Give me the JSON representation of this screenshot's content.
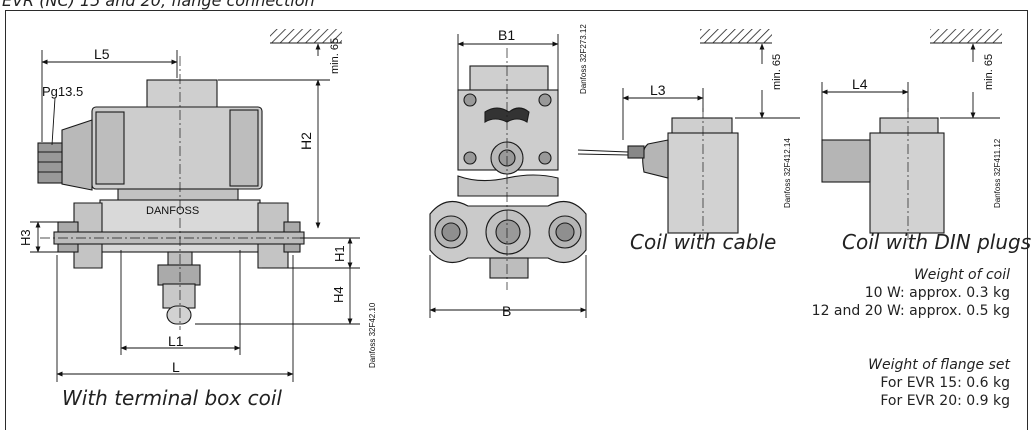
{
  "page": {
    "heading": "EVR (NC) 15 and 20, flange connection"
  },
  "diagram_main": {
    "pg_label": "Pg13.5",
    "coil_brand": "DANFOSS",
    "dims": {
      "L5": "L5",
      "H2": "H2",
      "H1": "H1",
      "H3": "H3",
      "H4": "H4",
      "L1": "L1",
      "L": "L",
      "min65": "min. 65"
    },
    "ref": "Danfoss 32F42.10",
    "caption": "With terminal box coil"
  },
  "diagram_side": {
    "dims": {
      "B1": "B1",
      "B": "B"
    },
    "ref": "Danfoss 32F273.12"
  },
  "diagram_cable": {
    "dims": {
      "L3": "L3",
      "min65": "min. 65"
    },
    "ref": "Danfoss 32F412.14",
    "caption": "Coil with cable"
  },
  "diagram_din": {
    "dims": {
      "L4": "L4",
      "min65": "min. 65"
    },
    "ref": "Danfoss 32F411.12",
    "caption": "Coil with DIN plugs"
  },
  "weight_coil": {
    "heading": "Weight of coil",
    "lines": [
      "10 W: approx. 0.3 kg",
      "12 and 20 W: approx. 0.5 kg"
    ]
  },
  "weight_flange": {
    "heading": "Weight of flange set",
    "lines": [
      "For EVR 15: 0.6 kg",
      "For EVR 20: 0.9 kg"
    ]
  },
  "colors": {
    "line": "#1a1a1a",
    "body_fill": "#d4d4d4",
    "dark_fill": "#9a9a9a",
    "hatch": "#222222"
  }
}
